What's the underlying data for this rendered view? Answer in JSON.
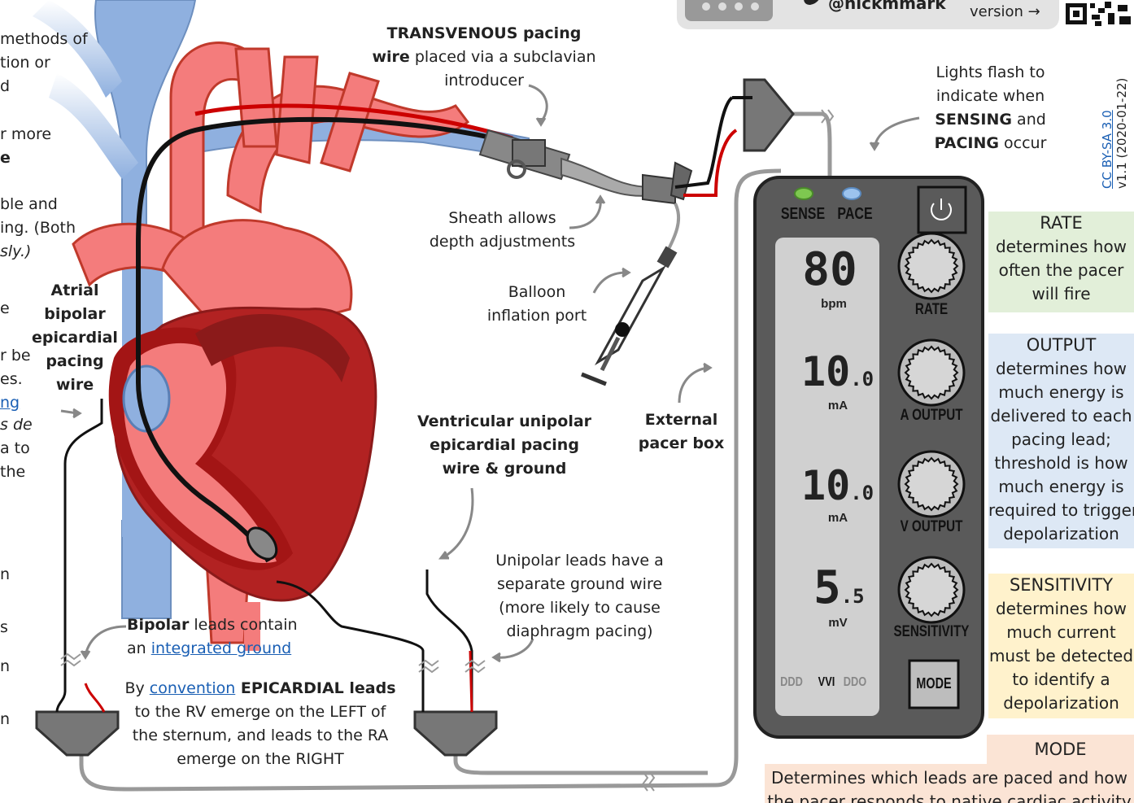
{
  "left_text": {
    "l1": "methods of",
    "l2": "tion or",
    "l3": "d",
    "l4": "r more",
    "l5": "e",
    "l6": "ble and",
    "l7": "ing. (Both",
    "l8": "sly.)",
    "l9": "e",
    "l10": "r be",
    "l11": "es.",
    "l12": "ng",
    "l13": "s de",
    "l14": "a to",
    "l15": "the",
    "l16": "n",
    "l17": "s",
    "l18": "n",
    "l19": "n"
  },
  "header": {
    "twitter": "@nickmmark",
    "version": "version →"
  },
  "license": {
    "cc": "CC BY-SA 3.0",
    "version": "v1.1 (2020-01-22)"
  },
  "labels": {
    "transvenous_bold": "TRANSVENOUS pacing",
    "transvenous_bold2": "wire",
    "transvenous_rest": " placed via a  subclavian",
    "transvenous_rest2": "introducer",
    "sheath1": "Sheath allows",
    "sheath2": "depth adjustments",
    "balloon1": "Balloon",
    "balloon2": "inflation port",
    "atrial1": "Atrial",
    "atrial2": "bipolar",
    "atrial3": "epicardial",
    "atrial4": "pacing",
    "atrial5": "wire",
    "vent1": "Ventricular unipolar",
    "vent2": "epicardial pacing",
    "vent3": "wire & ground",
    "ext1": "External",
    "ext2": "pacer box",
    "unipolar1": "Unipolar leads have a",
    "unipolar2": "separate ground wire",
    "unipolar3": "(more likely to cause",
    "unipolar4": "diaphragm pacing)",
    "bipolar_bold": "Bipolar",
    "bipolar_rest": " leads contain",
    "bipolar_an": "an ",
    "bipolar_link": "integrated ground",
    "conv_by": "By ",
    "conv_link": "convention",
    "conv_bold": " EPICARDIAL leads",
    "conv2": "to the RV emerge on the LEFT of",
    "conv3": "the sternum, and leads to the RA",
    "conv4": "emerge on the RIGHT",
    "lights1": "Lights flash to",
    "lights2": "indicate when",
    "lights3_bold": "SENSING",
    "lights3_rest": " and",
    "lights4_bold": "PACING",
    "lights4_rest": " occur"
  },
  "pacer": {
    "sense_label": "SENSE",
    "pace_label": "PACE",
    "rate_value": "80",
    "rate_unit": "bpm",
    "a_output_value": "10",
    "a_output_decimal": ".0",
    "a_output_unit": "mA",
    "v_output_value": "10",
    "v_output_decimal": ".0",
    "v_output_unit": "mA",
    "sens_value": "5",
    "sens_decimal": ".5",
    "sens_unit": "mV",
    "knob_rate": "RATE",
    "knob_a_output": "A OUTPUT",
    "knob_v_output": "V OUTPUT",
    "knob_sensitivity": "SENSITIVITY",
    "mode_ddd": "DDD",
    "mode_vvi": "VVI",
    "mode_ddo": "DDO",
    "mode_button": "MODE"
  },
  "info_boxes": {
    "rate_title": "RATE",
    "rate_lines": [
      "determines how",
      "often the pacer",
      "will fire"
    ],
    "output_title": "OUTPUT",
    "output_lines": [
      "determines how",
      "much energy is",
      "delivered to each",
      "pacing lead;",
      "threshold is how",
      "much energy is",
      "required to trigger",
      "depolarization"
    ],
    "sens_title": "SENSITIVITY",
    "sens_lines": [
      "determines how",
      "much current",
      "must be detected",
      "to identify a",
      "depolarization"
    ],
    "mode_title": "MODE",
    "mode_lines": [
      "Determines which leads are paced and how",
      "the pacer responds to native cardiac activity"
    ]
  },
  "colors": {
    "rate_bg": "#e2efd9",
    "output_bg": "#dde8f5",
    "sens_bg": "#fff2cc",
    "mode_bg": "#fbe4d5",
    "pacer_body": "#5a5a5a",
    "lcd_bg": "#d0d0d0",
    "heart_light": "#f47c7c",
    "heart_dark": "#b22222",
    "vein": "#8fb0df",
    "sense_led": "#7ec850",
    "pace_led": "#9cc3ee",
    "link": "#1a5fb4"
  }
}
